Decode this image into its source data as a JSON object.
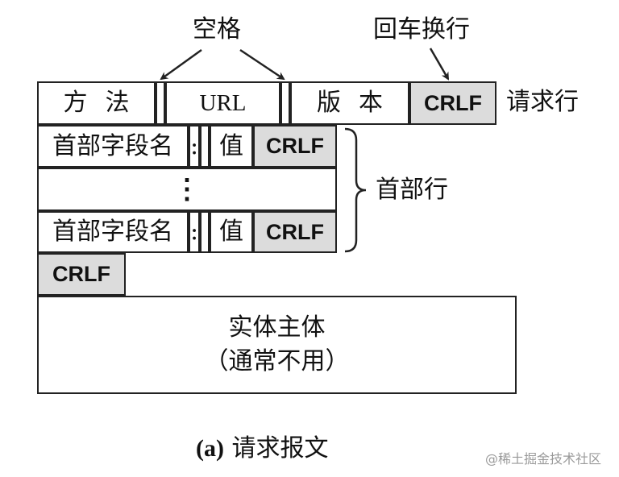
{
  "annotations": {
    "space": "空格",
    "crlf_newline": "回车换行"
  },
  "request_line": {
    "method": "方法",
    "url": "URL",
    "version": "版本",
    "crlf": "CRLF",
    "label": "请求行"
  },
  "header_lines": {
    "field_name": "首部字段名",
    "colon": ":",
    "value": "值",
    "crlf": "CRLF",
    "ellipsis": "⋮",
    "label": "首部行"
  },
  "blank_line": {
    "crlf": "CRLF"
  },
  "entity_body": {
    "line1": "实体主体",
    "line2": "（通常不用）"
  },
  "caption": {
    "prefix": "(a)",
    "text": "请求报文"
  },
  "watermark": "@稀土掘金技术社区"
}
